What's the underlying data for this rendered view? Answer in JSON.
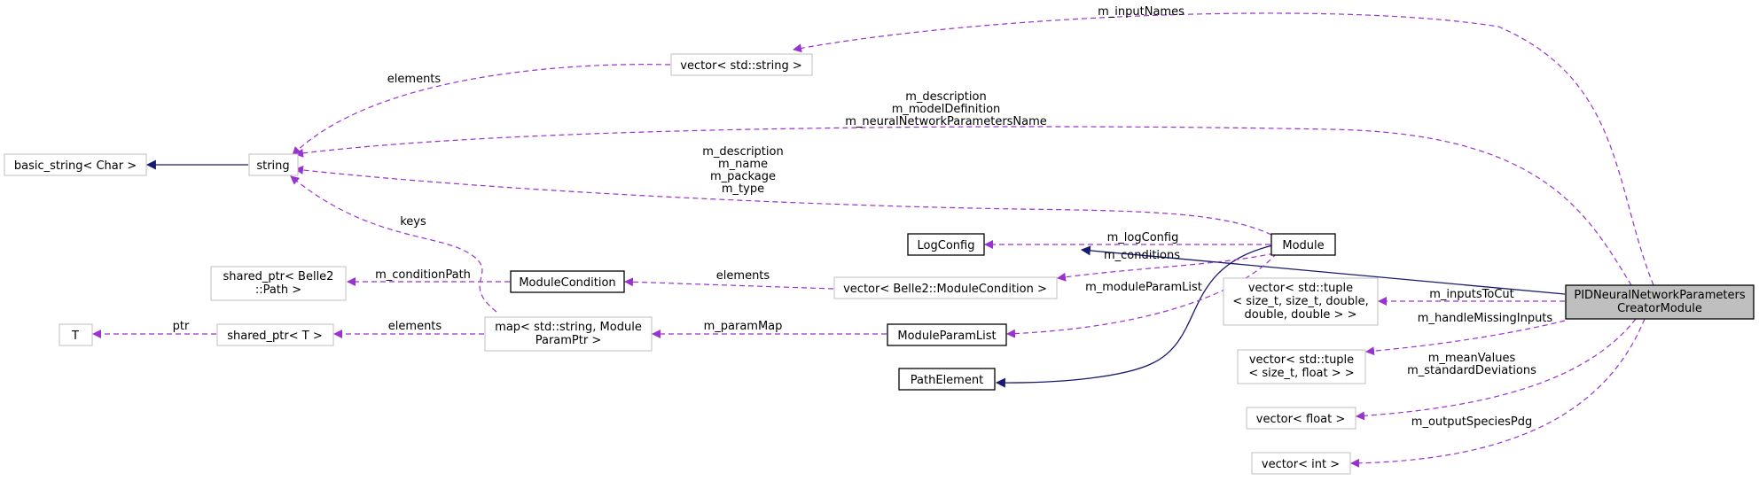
{
  "nodes": {
    "vector_std_string": "vector< std::string >",
    "basic_string": "basic_string< Char >",
    "string": "string",
    "log_config": "LogConfig",
    "module": "Module",
    "module_condition": "ModuleCondition",
    "shared_ptr_path": [
      "shared_ptr< Belle2",
      "::Path >"
    ],
    "vector_module_condition": "vector< Belle2::ModuleCondition >",
    "t": "T",
    "shared_ptr_t": "shared_ptr< T >",
    "map_string_param": [
      "map< std::string, Module",
      "ParamPtr >"
    ],
    "module_param_list": "ModuleParamList",
    "path_element": "PathElement",
    "vector_tuple_cut": [
      "vector< std::tuple",
      "< size_t, size_t, double,",
      "double, double > >"
    ],
    "vector_tuple_float": [
      "vector< std::tuple",
      "< size_t, float > >"
    ],
    "vector_float": "vector< float >",
    "vector_int": "vector< int >",
    "pid_module": [
      "PIDNeuralNetworkParameters",
      "CreatorModule"
    ]
  },
  "edges": {
    "input_names": "m_inputNames",
    "elements_string": "elements",
    "pid_strings": [
      "m_description",
      "m_modelDefinition",
      "m_neuralNetworkParametersName"
    ],
    "module_strings": [
      "m_description",
      "m_name",
      "m_package",
      "m_type"
    ],
    "keys": "keys",
    "log_config": "m_logConfig",
    "conditions": "m_conditions",
    "condition_path": "m_conditionPath",
    "elements_condition": "elements",
    "module_param_list": "m_moduleParamList",
    "ptr": "ptr",
    "elements_map": "elements",
    "param_map": "m_paramMap",
    "inputs_to_cut": "m_inputsToCut",
    "handle_missing": "m_handleMissingInputs",
    "mean_std": [
      "m_meanValues",
      "m_standardDeviations"
    ],
    "output_species": "m_outputSpeciesPdg"
  },
  "colors": {
    "association_edge": "#9a32cd",
    "inheritance_edge": "#191970",
    "focus_fill": "#bfbfbf",
    "gray_border": "#bfbfbf"
  }
}
